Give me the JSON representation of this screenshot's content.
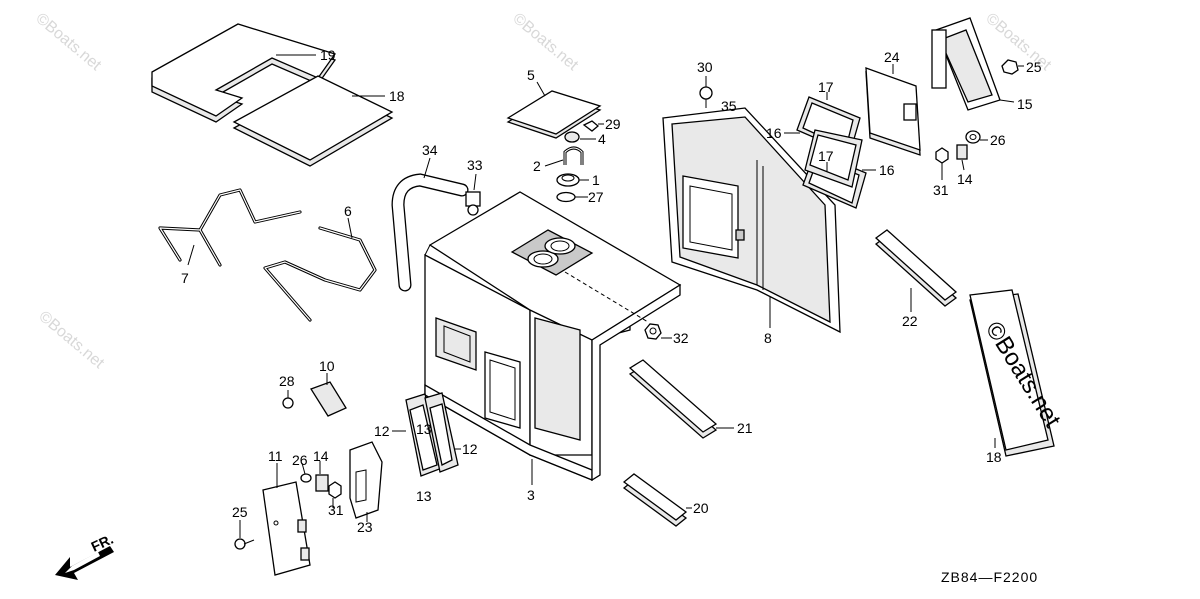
{
  "diagram": {
    "part_labels": {
      "p1": "1",
      "p2": "2",
      "p3": "3",
      "p4": "4",
      "p5": "5",
      "p6": "6",
      "p7": "7",
      "p8": "8",
      "p10": "10",
      "p11": "11",
      "p12a": "12",
      "p12b": "12",
      "p13a": "13",
      "p13b": "13",
      "p14a": "14",
      "p14b": "14",
      "p15": "15",
      "p16a": "16",
      "p16b": "16",
      "p17a": "17",
      "p17b": "17",
      "p18a": "18",
      "p18b": "18",
      "p19": "19",
      "p20": "20",
      "p21": "21",
      "p22": "22",
      "p23": "23",
      "p24": "24",
      "p25a": "25",
      "p25b": "25",
      "p26a": "26",
      "p26b": "26",
      "p27": "27",
      "p28": "28",
      "p29": "29",
      "p30": "30",
      "p31a": "31",
      "p31b": "31",
      "p32": "32",
      "p33": "33",
      "p34": "34",
      "p35": "35"
    },
    "direction_label": "FR.",
    "diagram_code": "ZB84—F2200",
    "watermark": "©Boats.net",
    "icons": {
      "direction": "front-arrow-icon"
    }
  }
}
